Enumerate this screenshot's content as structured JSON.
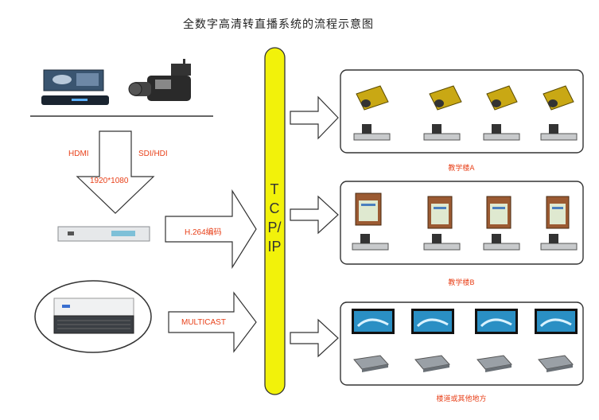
{
  "diagram": {
    "title": "全数字高清转直播系统的流程示意图",
    "labels": {
      "hdmi": "HDMI",
      "sdi": "SDI/HDI",
      "resolution": "1920*1080",
      "h264": "H.264编码",
      "multicast": "MULTICAST"
    },
    "bus": {
      "l1": "T",
      "l2": "C",
      "l3": "P/",
      "l4": "IP"
    },
    "panels": [
      {
        "caption": "教学楼A"
      },
      {
        "caption": "教学楼B"
      },
      {
        "caption": "楼道或其他地方"
      }
    ],
    "colors": {
      "accent": "#e8411a",
      "bus": "#f2f20a",
      "projector": "#c9a814"
    }
  }
}
